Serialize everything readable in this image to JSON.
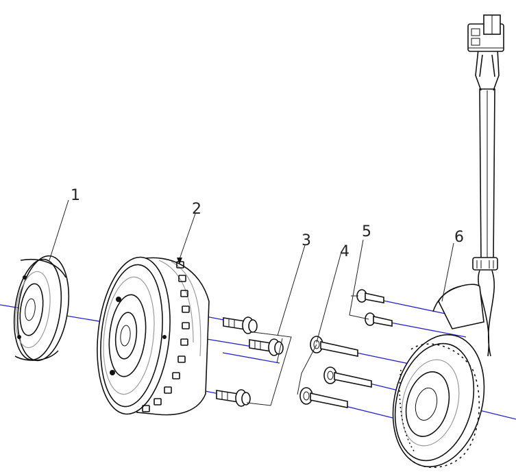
{
  "callouts": [
    {
      "number": "1"
    },
    {
      "number": "2"
    },
    {
      "number": "3"
    },
    {
      "number": "4"
    },
    {
      "number": "5"
    },
    {
      "number": "6"
    }
  ],
  "colors": {
    "axis_line": "#2222cc",
    "outline": "#111111",
    "shading": "#9a9a9a",
    "background": "#ffffff"
  }
}
